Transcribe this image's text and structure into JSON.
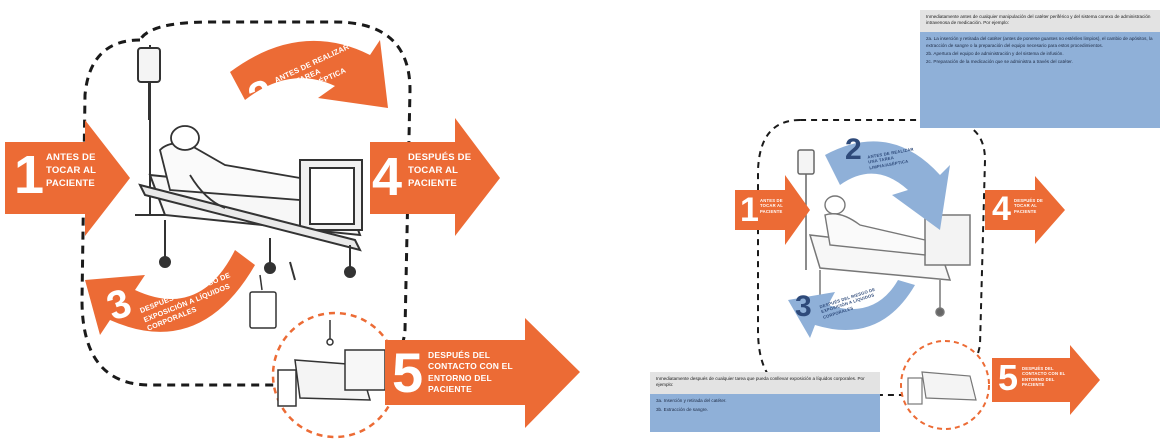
{
  "left": {
    "moments": [
      {
        "number": "1",
        "text": "ANTES DE TOCAR AL PACIENTE"
      },
      {
        "number": "2",
        "text": "ANTES DE REALIZAR UNA TAREA LIMPIA/ASÉPTICA"
      },
      {
        "number": "3",
        "text": "DESPUÉS DEL RIESGO DE EXPOSICIÓN A LÍQUIDOS CORPORALES"
      },
      {
        "number": "4",
        "text": "DESPUÉS DE TOCAR AL PACIENTE"
      },
      {
        "number": "5",
        "text": "DESPUÉS DEL CONTACTO CON EL ENTORNO DEL PACIENTE"
      }
    ]
  },
  "right": {
    "moments": [
      {
        "number": "1",
        "text": "ANTES DE TOCAR AL PACIENTE"
      },
      {
        "number": "2",
        "text": "ANTES DE REALIZAR UNA TAREA LIMPIA/ASÉPTICA"
      },
      {
        "number": "3",
        "text": "DESPUÉS DEL RIESGO DE EXPOSICIÓN A LÍQUIDOS CORPORALES"
      },
      {
        "number": "4",
        "text": "DESPUÉS DE TOCAR AL PACIENTE"
      },
      {
        "number": "5",
        "text": "DESPUÉS DEL CONTACTO CON EL ENTORNO DEL PACIENTE"
      }
    ],
    "top_box": {
      "heading": "Inmediatamente antes de cualquier manipulación del catéter periférico y del sistema conexo de administración intravenosa de medicación. Por ejemplo:",
      "item_a": "2a. La inserción y retirada del catéter (antes de ponerse guantes no estériles limpios), el cambio de apósitos, la extracción de sangre o la preparación del equipo necesario para estos procedimientos.",
      "item_b": "2b. Apertura del equipo de administración y del sistema de infusión.",
      "item_c": "2c. Preparación de la medicación que se administra a través del catéter."
    },
    "bottom_box": {
      "heading": "Inmediatamente después de cualquier tarea que pueda conllevar exposición a líquidos corporales. Por ejemplo:",
      "item_a": "3a. Inserción y retirada del catéter.",
      "item_b": "3b. Extracción de sangre."
    }
  },
  "colors": {
    "orange": "#ec6b35",
    "blue": "#8fb0d8",
    "grey": "#e3e3e3",
    "line": "#1a1a1a"
  }
}
